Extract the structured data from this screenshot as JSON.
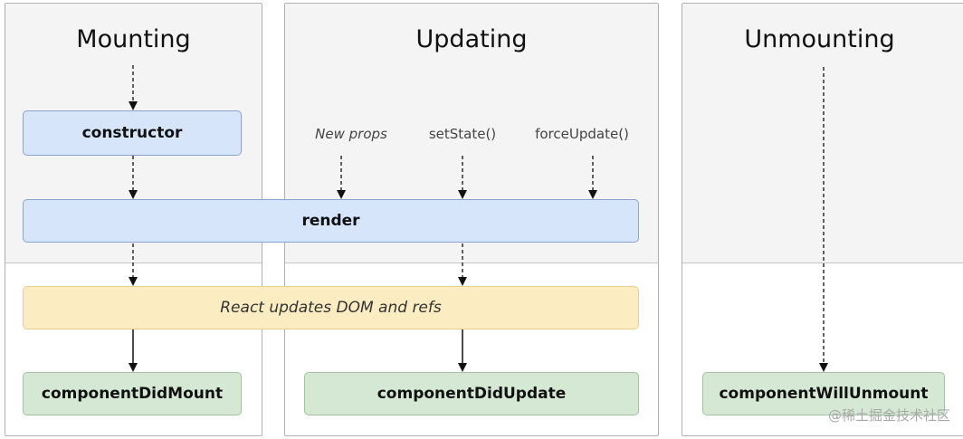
{
  "panels": {
    "mounting": {
      "title": "Mounting"
    },
    "updating": {
      "title": "Updating"
    },
    "unmounting": {
      "title": "Unmounting"
    }
  },
  "boxes": {
    "constructor": "constructor",
    "render": "render",
    "react_updates": "React updates DOM and refs",
    "component_did_mount": "componentDidMount",
    "component_did_update": "componentDidUpdate",
    "component_will_unmount": "componentWillUnmount"
  },
  "triggers": {
    "new_props": "New props",
    "set_state": "setState()",
    "force_update": "forceUpdate()"
  },
  "colors": {
    "blue_box": "#d7e5fb",
    "yellow_box": "#fcecc2",
    "green_box": "#d5e8d4",
    "panel_shade": "#f4f4f4"
  },
  "watermark": "@稀土掘金技术社区"
}
